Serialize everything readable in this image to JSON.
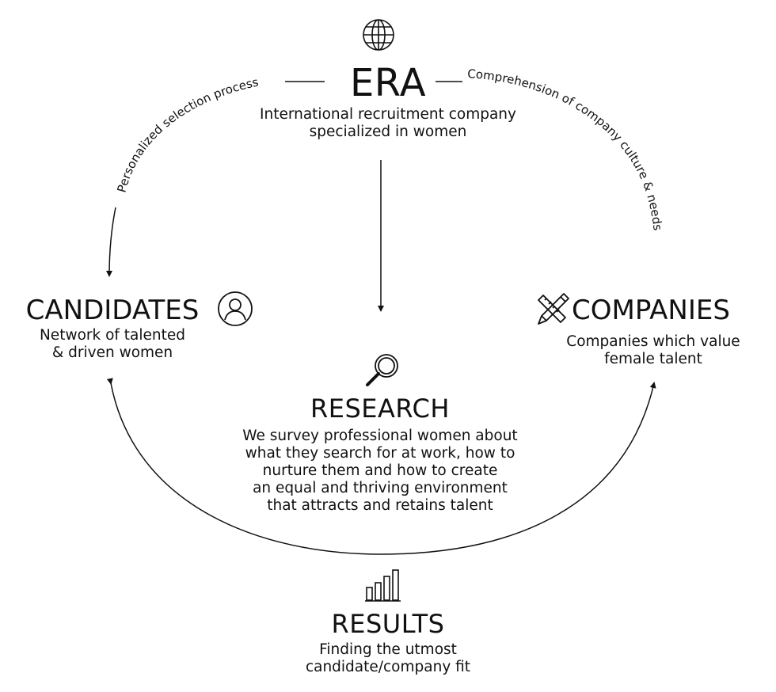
{
  "era": {
    "title": "ERA",
    "description": [
      "International recruitment company",
      "specialized in women"
    ],
    "icon": "globe-icon"
  },
  "candidates": {
    "title": "CANDIDATES",
    "description": [
      "Network of talented",
      "& driven women"
    ],
    "icon": "person-icon"
  },
  "companies": {
    "title": "COMPANIES",
    "description": [
      "Companies which value",
      "female talent"
    ],
    "icon": "tools-icon"
  },
  "research": {
    "title": "RESEARCH",
    "description": [
      "We survey professional women about",
      "what they search for at work, how to",
      "nurture them and how to create",
      "an equal and thriving environment",
      "that attracts and retains talent"
    ],
    "icon": "magnifier-icon"
  },
  "results": {
    "title": "RESULTS",
    "description": [
      "Finding the utmost",
      "candidate/company fit"
    ],
    "icon": "bar-chart-icon"
  },
  "connectors": {
    "left_label": "Personalized selection process",
    "right_label": "Comprehension of company culture & needs"
  },
  "colors": {
    "ink": "#111111",
    "background": "#ffffff"
  }
}
